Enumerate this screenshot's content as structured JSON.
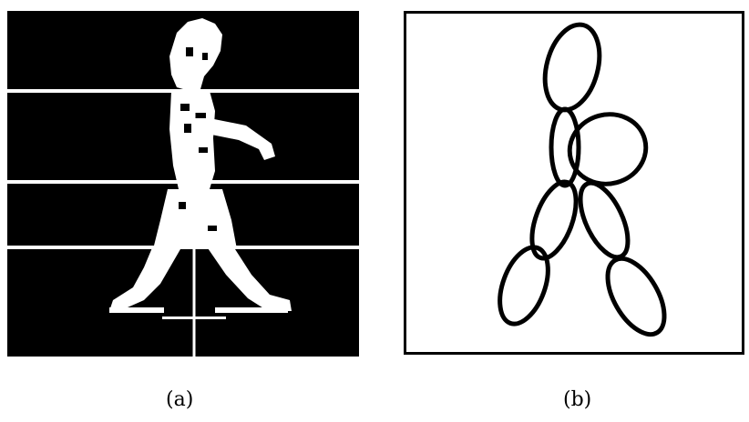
{
  "figure": {
    "panels": [
      {
        "id": "a",
        "caption": "(a)",
        "content": "silhouette-with-grid"
      },
      {
        "id": "b",
        "caption": "(b)",
        "content": "ellipse-body-model"
      }
    ],
    "colors": {
      "background": "#000000",
      "foreground": "#ffffff",
      "ink": "#000000",
      "paper": "#ffffff"
    }
  }
}
